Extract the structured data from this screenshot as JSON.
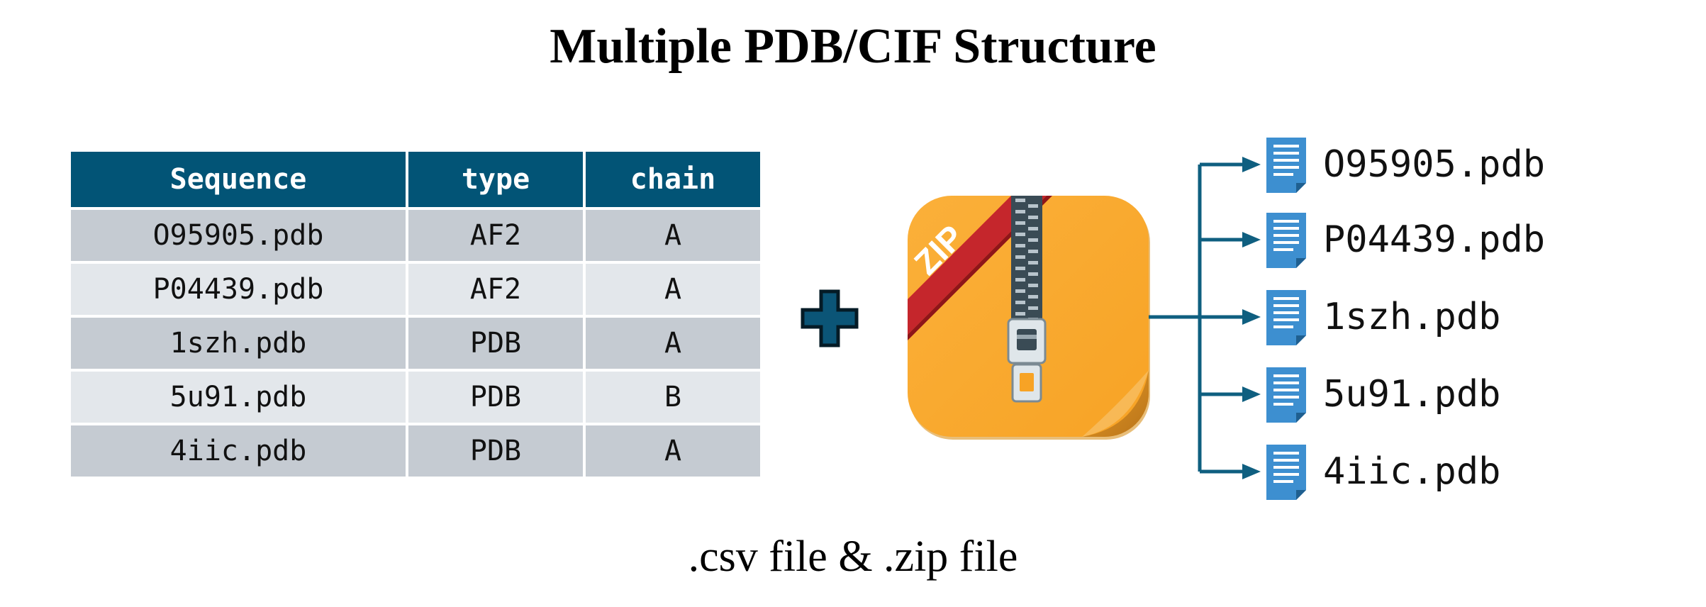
{
  "title": "Multiple PDB/CIF Structure",
  "table": {
    "headers": [
      "Sequence",
      "type",
      "chain"
    ],
    "rows": [
      [
        "O95905.pdb",
        "AF2",
        "A"
      ],
      [
        "P04439.pdb",
        "AF2",
        "A"
      ],
      [
        "1szh.pdb",
        "PDB",
        "A"
      ],
      [
        "5u91.pdb",
        "PDB",
        "B"
      ],
      [
        "4iic.pdb",
        "PDB",
        "A"
      ]
    ]
  },
  "zip_label": "ZIP",
  "files": [
    "O95905.pdb",
    "P04439.pdb",
    "1szh.pdb",
    "5u91.pdb",
    "4iic.pdb"
  ],
  "caption": ".csv file & .zip file",
  "colors": {
    "header_bg": "#025476",
    "row_dark": "#c5cbd2",
    "row_light": "#e3e7eb",
    "arrow": "#0f5f80",
    "doc_icon": "#3d8fd0",
    "zip_body": "#fbab2f",
    "zip_ribbon": "#c5262c"
  },
  "icons": {
    "plus": "plus-icon",
    "zip": "zip-archive-icon",
    "file": "document-icon"
  }
}
